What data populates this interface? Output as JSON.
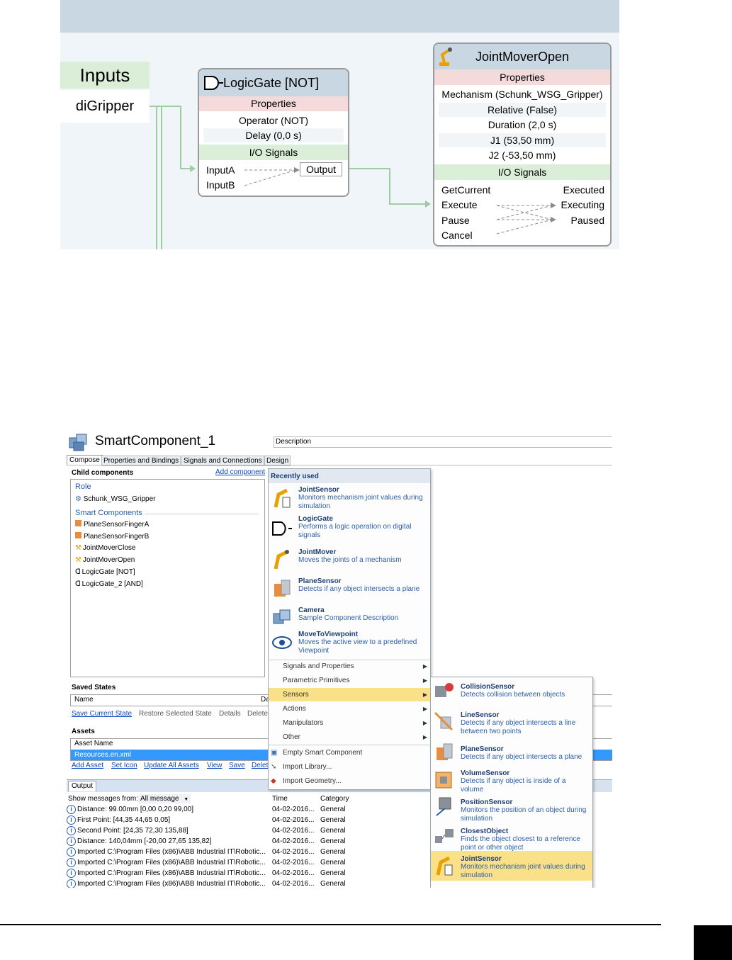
{
  "diagram": {
    "inputs_title": "Inputs",
    "input_signal": "diGripper",
    "logicgate": {
      "title": "LogicGate [NOT]",
      "properties_header": "Properties",
      "properties": [
        "Operator (NOT)",
        "Delay (0,0 s)"
      ],
      "io_header": "I/O Signals",
      "inputs": [
        "InputA",
        "InputB"
      ],
      "output": "Output"
    },
    "jointmover": {
      "title": "JointMoverOpen",
      "properties_header": "Properties",
      "properties": [
        "Mechanism (Schunk_WSG_Gripper)",
        "Relative (False)",
        "Duration (2,0 s)",
        "J1 (53,50 mm)",
        "J2 (-53,50 mm)"
      ],
      "io_header": "I/O Signals",
      "inputs": [
        "GetCurrent",
        "Execute",
        "Pause",
        "Cancel"
      ],
      "outputs": [
        "Executed",
        "Executing",
        "Paused"
      ]
    }
  },
  "screenshot": {
    "component_name": "SmartComponent_1",
    "description_label": "Description",
    "tabs": [
      "Compose",
      "Properties and Bindings",
      "Signals and Connections",
      "Design"
    ],
    "child_components_label": "Child components",
    "add_component": "Add component",
    "role_label": "Role",
    "role_items": [
      "Schunk_WSG_Gripper"
    ],
    "smart_components_label": "Smart Components",
    "smart_items": [
      "PlaneSensorFingerA",
      "PlaneSensorFingerB",
      "JointMoverClose",
      "JointMoverOpen",
      "LogicGate [NOT]",
      "LogicGate_2 [AND]"
    ],
    "saved_states_label": "Saved States",
    "saved_col_name": "Name",
    "saved_col_da": "Da",
    "saved_actions": [
      "Save Current State",
      "Restore Selected State",
      "Details",
      "Delete"
    ],
    "assets_label": "Assets",
    "asset_col": "Asset Name",
    "asset_selected": "Resources.en.xml",
    "asset_actions": [
      "Add Asset",
      "Set Icon",
      "Update All Assets",
      "View",
      "Save",
      "Delet"
    ],
    "menu": {
      "recently_used": "Recently used",
      "items": [
        {
          "title": "JointSensor",
          "desc": "Monitors mechanism joint values during simulation",
          "icon": "robot-arm-icon"
        },
        {
          "title": "LogicGate",
          "desc": "Performs a logic operation on digital signals",
          "icon": "logic-gate-icon"
        },
        {
          "title": "JointMover",
          "desc": "Moves the joints of a mechanism",
          "icon": "robot-arm-icon"
        },
        {
          "title": "PlaneSensor",
          "desc": "Detects if any object intersects a plane",
          "icon": "plane-sensor-icon"
        },
        {
          "title": "Camera",
          "desc": "Sample Component Description",
          "icon": "camera-icon"
        },
        {
          "title": "MoveToViewpoint",
          "desc": "Moves the active view to a predefined Viewpoint",
          "icon": "eye-icon"
        }
      ],
      "categories": [
        "Signals and Properties",
        "Parametric Primitives",
        "Sensors",
        "Actions",
        "Manipulators",
        "Other"
      ],
      "bottom": [
        "Empty Smart Component",
        "Import Library...",
        "Import Geometry..."
      ]
    },
    "sensors_menu": [
      {
        "title": "CollisionSensor",
        "desc": "Detects collision between objects"
      },
      {
        "title": "LineSensor",
        "desc": "Detects if any object intersects a line between two points"
      },
      {
        "title": "PlaneSensor",
        "desc": "Detects if any object intersects a plane"
      },
      {
        "title": "VolumeSensor",
        "desc": "Detects if any object is inside of a volume"
      },
      {
        "title": "PositionSensor",
        "desc": "Monitors the position of an object during simulation"
      },
      {
        "title": "ClosestObject",
        "desc": "Finds the object closest to a reference point or other object"
      },
      {
        "title": "JointSensor",
        "desc": "Monitors mechanism joint values during simulation"
      }
    ],
    "output": {
      "tab": "Output",
      "show_from": "Show messages from:",
      "filter": "All message",
      "col_time": "Time",
      "col_category": "Category",
      "rows": [
        {
          "msg": "Distance: 99.00mm [0,00 0,20 99,00]",
          "time": "04-02-2016...",
          "cat": "General"
        },
        {
          "msg": "First Point: [44,35 44,65 0,05]",
          "time": "04-02-2016...",
          "cat": "General"
        },
        {
          "msg": "Second Point: [24,35 72,30 135,88]",
          "time": "04-02-2016...",
          "cat": "General"
        },
        {
          "msg": "Distance: 140,04mm [-20,00 27,65 135,82]",
          "time": "04-02-2016...",
          "cat": "General"
        },
        {
          "msg": "Imported C:\\Program Files (x86)\\ABB Industrial IT\\Robotic...",
          "time": "04-02-2016...",
          "cat": "General"
        },
        {
          "msg": "Imported C:\\Program Files (x86)\\ABB Industrial IT\\Robotic...",
          "time": "04-02-2016...",
          "cat": "General"
        },
        {
          "msg": "Imported C:\\Program Files (x86)\\ABB Industrial IT\\Robotic...",
          "time": "04-02-2016...",
          "cat": "General"
        },
        {
          "msg": "Imported C:\\Program Files (x86)\\ABB Industrial IT\\Robotic...",
          "time": "04-02-2016...",
          "cat": "General"
        }
      ]
    }
  }
}
